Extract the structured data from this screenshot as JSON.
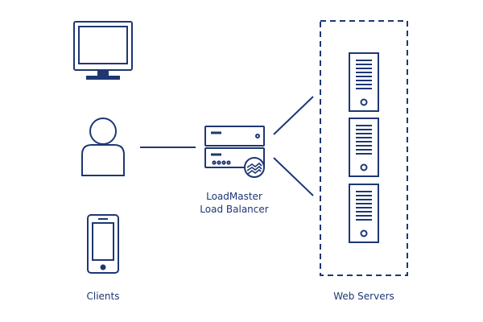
{
  "colors": {
    "stroke": "#1e3773",
    "background": "#ffffff"
  },
  "labels": {
    "clients": "Clients",
    "balancer_line1": "LoadMaster",
    "balancer_line2": "Load Balancer",
    "servers": "Web Servers"
  },
  "icons": {
    "clients": [
      "monitor-icon",
      "user-icon",
      "smartphone-icon"
    ],
    "balancer": "load-balancer-appliance-icon",
    "servers": [
      "server-tower-icon",
      "server-tower-icon",
      "server-tower-icon"
    ]
  }
}
